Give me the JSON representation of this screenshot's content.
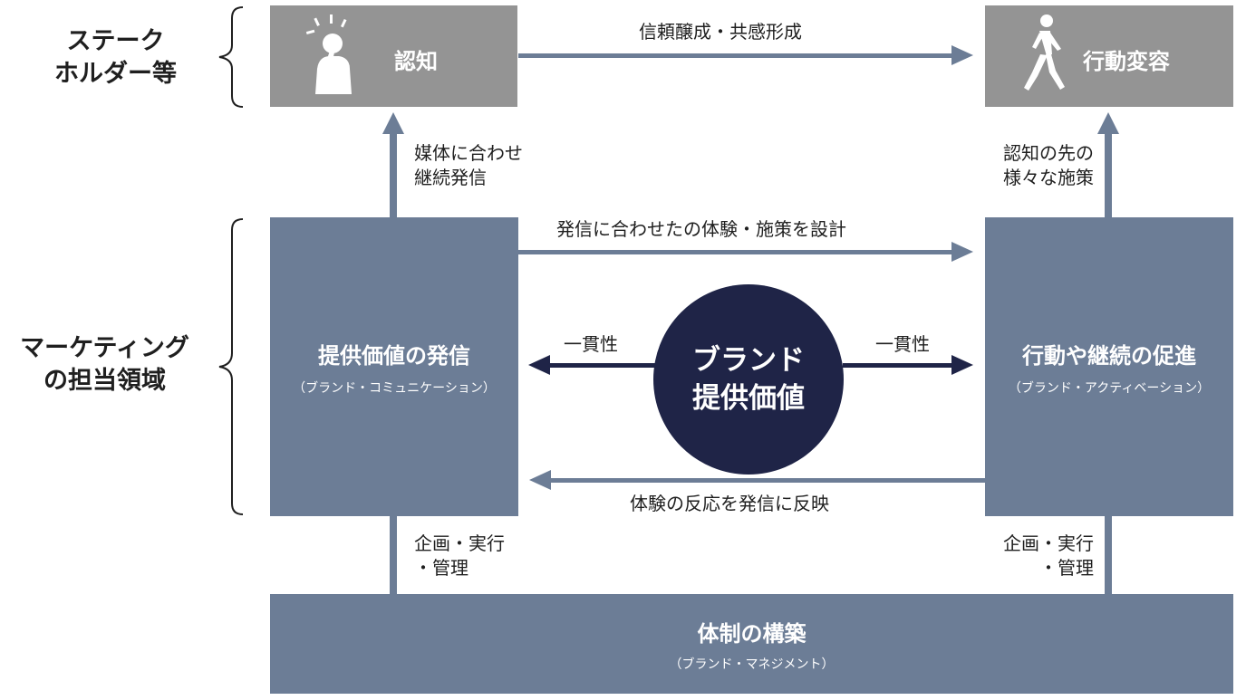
{
  "row_labels": {
    "stakeholders": [
      "ステーク",
      "ホルダー等"
    ],
    "marketing": [
      "マーケティング",
      "の担当領域"
    ]
  },
  "top_boxes": {
    "recognition": {
      "title": "認知",
      "icon": "thinking-person-icon"
    },
    "behavior_change": {
      "title": "行動変容",
      "icon": "walking-person-icon"
    }
  },
  "top_arrow_label": "信頼醸成・共感形成",
  "left_up_label": [
    "媒体に合わせ",
    "継続発信"
  ],
  "right_up_label": [
    "認知の先の",
    "様々な施策"
  ],
  "mid_boxes": {
    "communication": {
      "title": "提供価値の発信",
      "subtitle": "（ブランド・コミュニケーション）"
    },
    "activation": {
      "title": "行動や継続の促進",
      "subtitle": "（ブランド・アクティベーション）"
    }
  },
  "center_circle": [
    "ブランド",
    "提供価値"
  ],
  "upper_right_arrow_label": "発信に合わせたの体験・施策を設計",
  "consistency_left": "一貫性",
  "consistency_right": "一貫性",
  "lower_left_arrow_label": "体験の反応を発信に反映",
  "bottom_left_label": [
    "企画・実行",
    "・管理"
  ],
  "bottom_right_label": [
    "企画・実行",
    "・管理"
  ],
  "bottom_box": {
    "title": "体制の構築",
    "subtitle": "（ブランド・マネジメント）"
  },
  "colors": {
    "gray_box": "#949494",
    "steel_blue": "#6c7d96",
    "navy": "#1f2447",
    "arrow": "#6c7d96"
  }
}
